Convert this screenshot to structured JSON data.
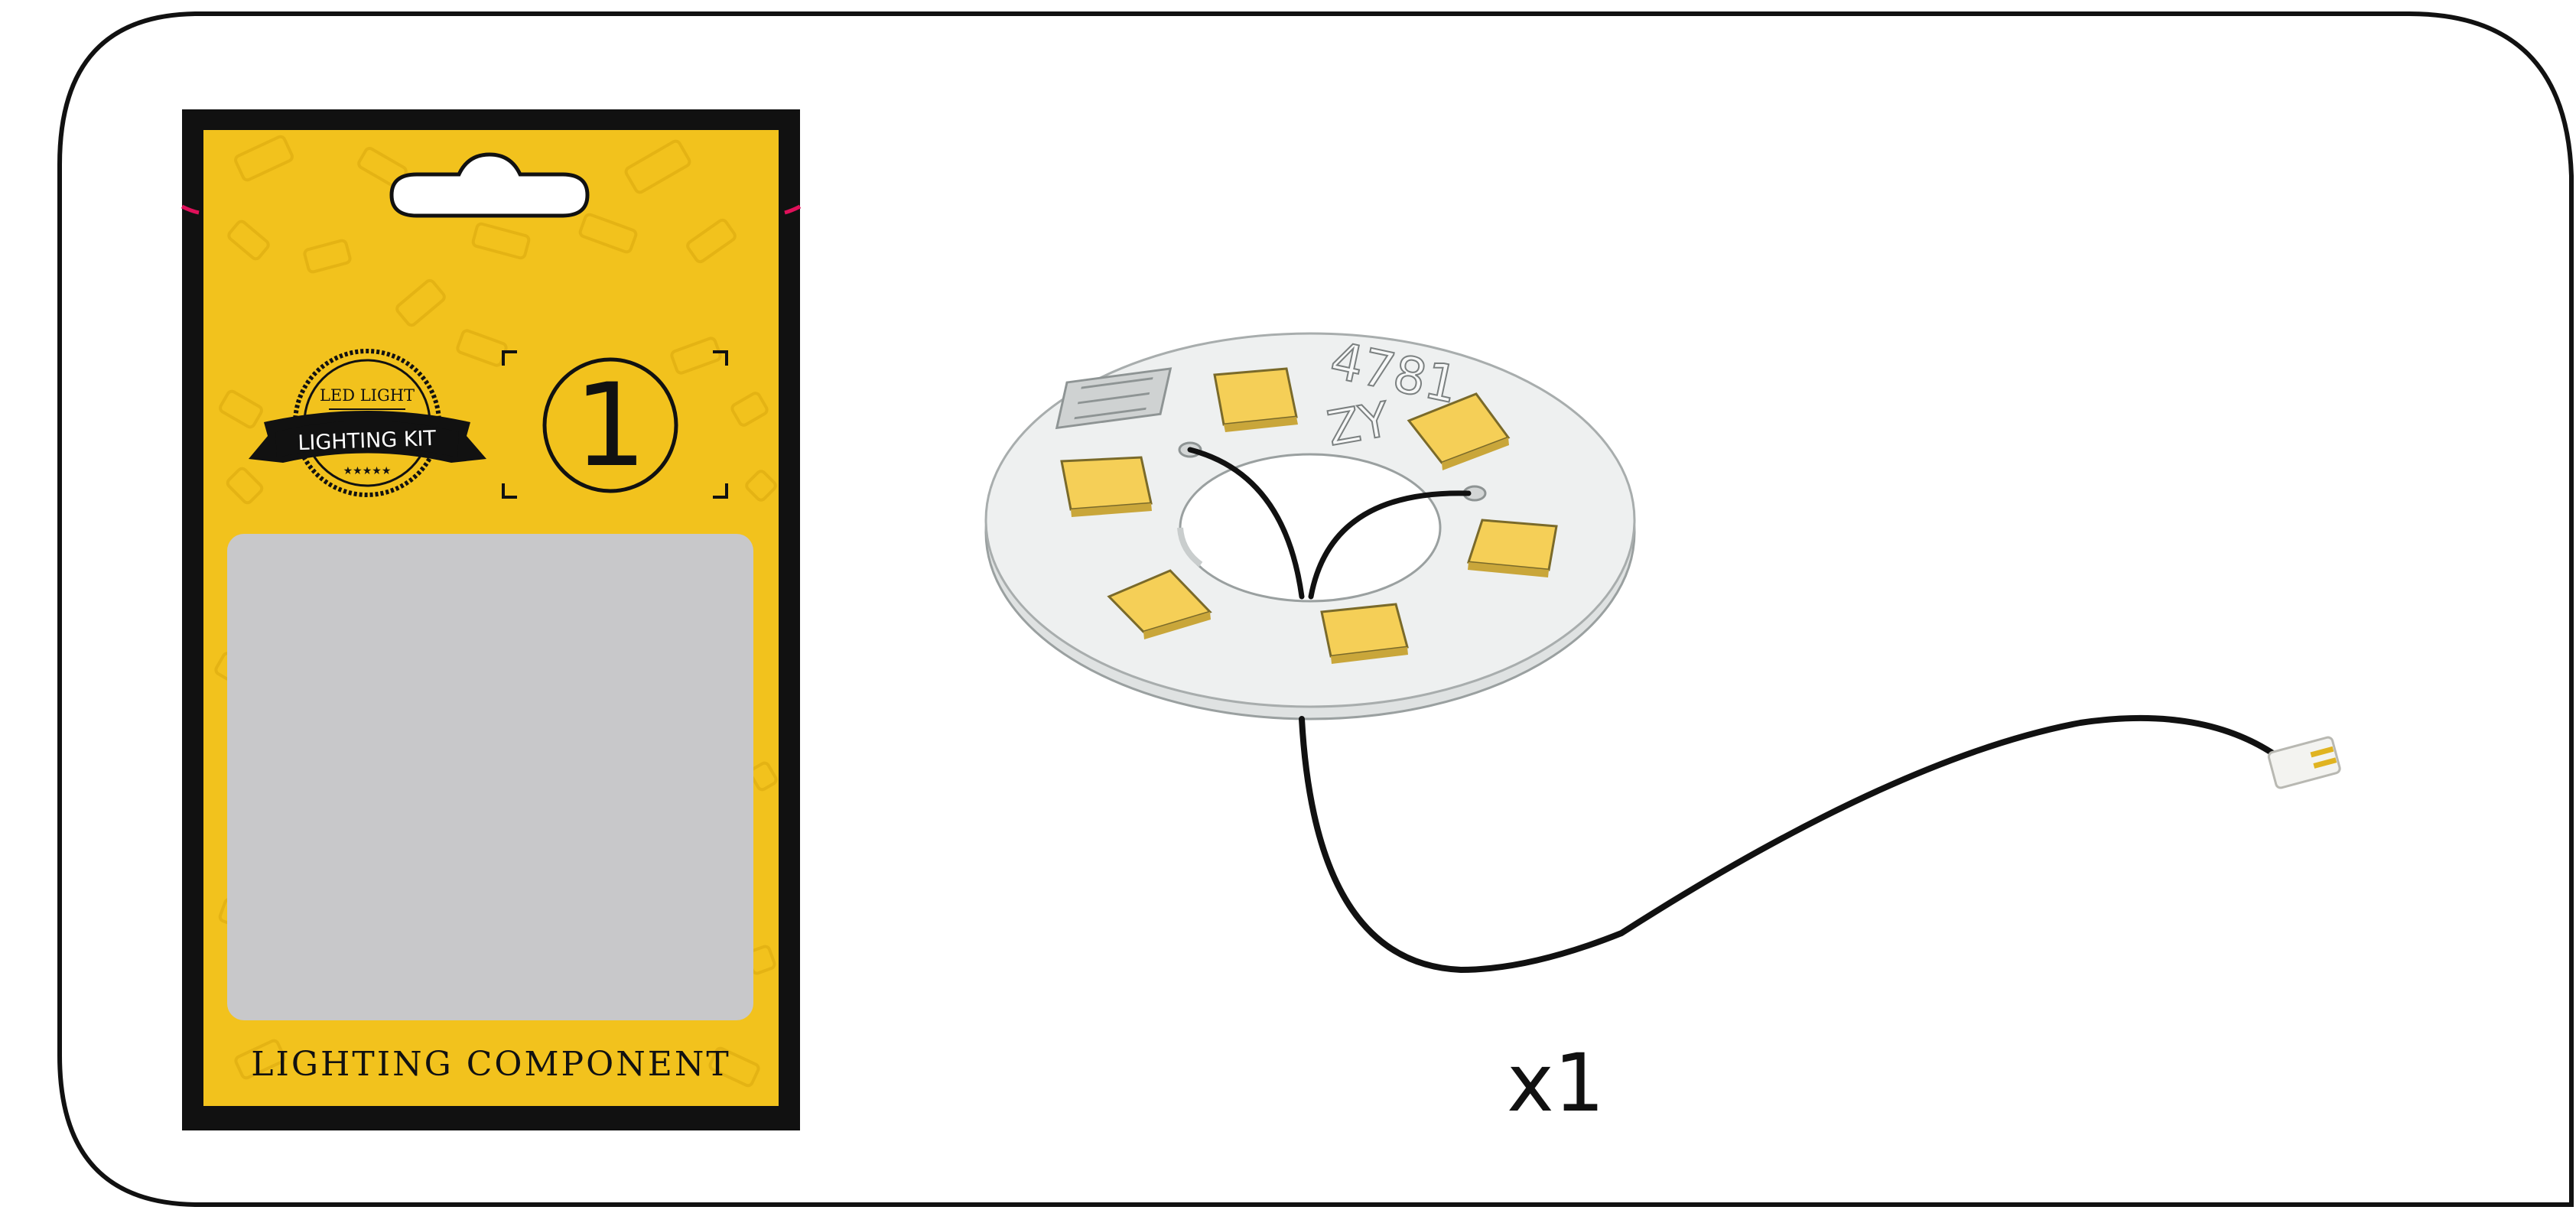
{
  "package": {
    "badge_top": "LED LIGHT",
    "badge_banner": "LIGHTING KIT",
    "badge_stars": "★★★★★",
    "step_number": "1",
    "footer_label": "LIGHTING COMPONENT",
    "colors": {
      "card": "#f2c21d",
      "border": "#111111",
      "window": "#c8c8ca"
    }
  },
  "component": {
    "board_text_line1": "4781",
    "board_text_line2": "ZY",
    "led_color": "#f5cf57",
    "board_color": "#eef0f0",
    "wire_color": "#111111"
  },
  "quantity": {
    "label": "x1"
  }
}
